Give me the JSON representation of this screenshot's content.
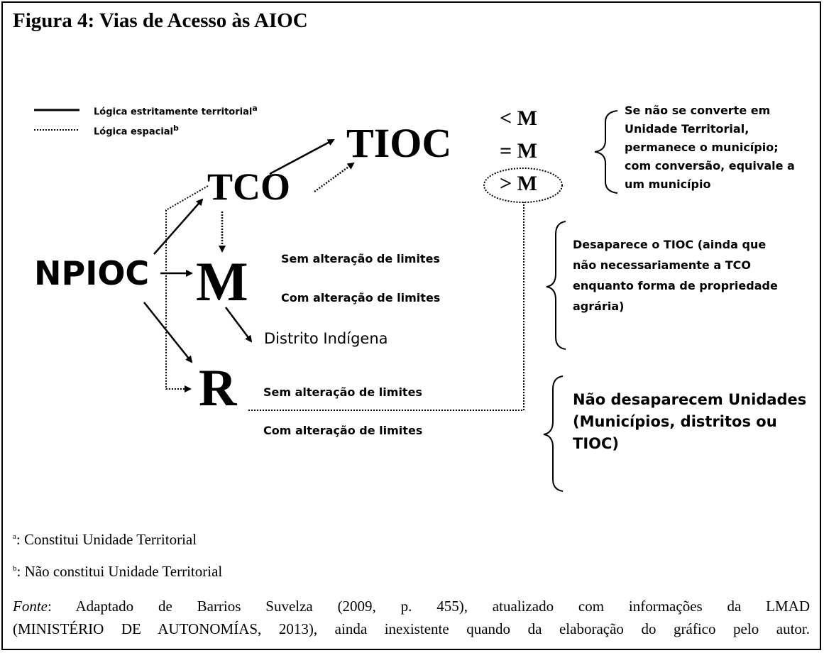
{
  "title": "Figura 4: Vias de Acesso às AIOC",
  "legend": {
    "solid_label": "Lógica estritamente territorial",
    "solid_sup": "a",
    "dotted_label": "Lógica espacial",
    "dotted_sup": "b"
  },
  "nodes": {
    "npioc": "NPIOC",
    "tco": "TCO",
    "tioc": "TIOC",
    "m": "M",
    "r": "R",
    "distrito": "Distrito Indígena",
    "lt_m": "< M",
    "eq_m": "= M",
    "gt_m": "> M"
  },
  "labels": {
    "m_sem": "Sem alteração de limites",
    "m_com": "Com alteração de limites",
    "r_sem": "Sem alteração de limites",
    "r_com": "Com alteração de limites"
  },
  "notes": {
    "tioc_note": [
      "Se não se converte em",
      "Unidade Territorial,",
      "permanece o município;",
      "com conversão, equivale a",
      "um município"
    ],
    "m_note": [
      "Desaparece o TIOC (ainda que",
      "não necessariamente a TCO",
      "enquanto forma de propriedade",
      "agrária)"
    ],
    "r_note": [
      "Não desaparecem Unidades",
      "(Municípios, distritos ou",
      "TIOC)"
    ]
  },
  "footnotes": {
    "a_mark": "a",
    "a_text": ": Constitui Unidade Territorial",
    "b_mark": "b",
    "b_text": ": Não constitui Unidade Territorial",
    "fonte_label": "Fonte",
    "fonte_line1": ": Adaptado de Barrios Suvelza (2009, p. 455), atualizado com informações da LMAD",
    "fonte_line2": "(MINISTÉRIO DE AUTONOMÍAS, 2013), ainda inexistente quando da elaboração do gráfico pelo autor."
  }
}
